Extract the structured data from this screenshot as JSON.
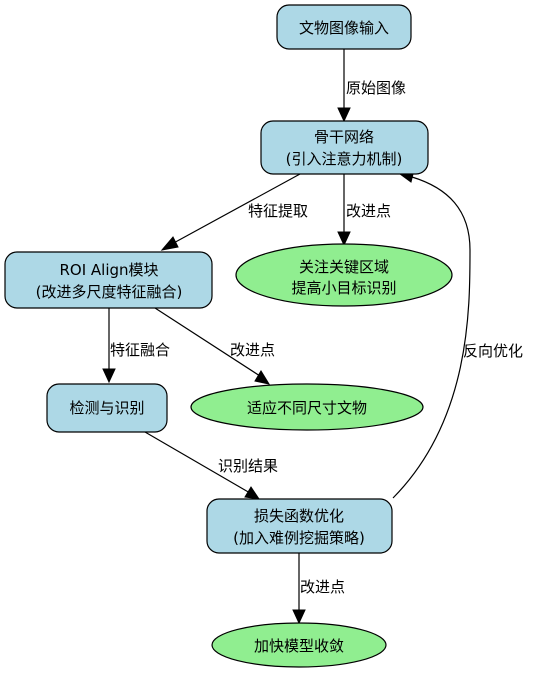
{
  "nodes": {
    "input": {
      "lines": [
        "文物图像输入"
      ]
    },
    "backbone": {
      "lines": [
        "骨干网络",
        "(引入注意力机制)"
      ]
    },
    "attention": {
      "lines": [
        "关注关键区域",
        "提高小目标识别"
      ]
    },
    "roi": {
      "lines": [
        "ROI Align模块",
        "(改进多尺度特征融合)"
      ]
    },
    "detect": {
      "lines": [
        "检测与识别"
      ]
    },
    "adapt": {
      "lines": [
        "适应不同尺寸文物"
      ]
    },
    "loss": {
      "lines": [
        "损失函数优化",
        "(加入难例挖掘策略)"
      ]
    },
    "converge": {
      "lines": [
        "加快模型收敛"
      ]
    }
  },
  "edges": {
    "input_backbone": "原始图像",
    "backbone_roi": "特征提取",
    "backbone_attention": "改进点",
    "roi_detect": "特征融合",
    "roi_adapt": "改进点",
    "detect_loss": "识别结果",
    "loss_backbone": "反向优化",
    "loss_converge": "改进点"
  },
  "colors": {
    "process_node": "#add8e6",
    "improvement_node": "#90ee90",
    "stroke": "#000000"
  }
}
